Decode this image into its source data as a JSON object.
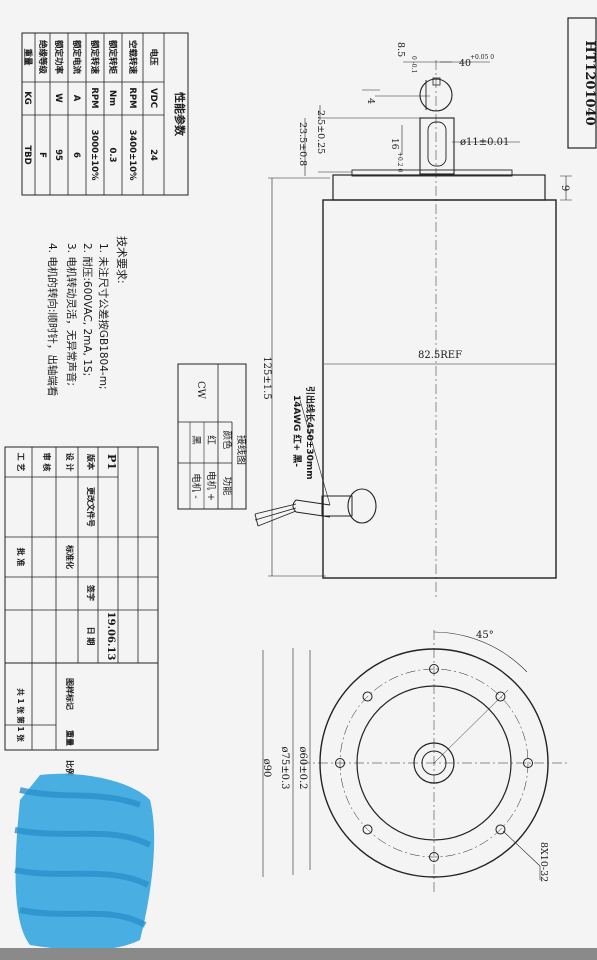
{
  "drawing": {
    "part_number": "HT1201040",
    "colors": {
      "paper": "#f4f4f4",
      "ink": "#1a1a1a",
      "scribble": "#3aa7e0",
      "bottom_bar": "#8a8a8a"
    }
  },
  "performance": {
    "title": "性能参数",
    "rows": [
      {
        "name": "电压",
        "unit": "VDC",
        "value": "24"
      },
      {
        "name": "空载转速",
        "unit": "RPM",
        "value": "3400±10%"
      },
      {
        "name": "额定转矩",
        "unit": "Nm",
        "value": "0.3"
      },
      {
        "name": "额定转速",
        "unit": "RPM",
        "value": "3000±10%"
      },
      {
        "name": "额定电流",
        "unit": "A",
        "value": "6"
      },
      {
        "name": "额定功率",
        "unit": "W",
        "value": "95"
      },
      {
        "name": "绝缘等级",
        "unit": "",
        "value": "F"
      },
      {
        "name": "重量",
        "unit": "KG",
        "value": "TBD"
      }
    ]
  },
  "tech": {
    "title": "技术要求:",
    "items": [
      "1. 未注尺寸公差按GB1804-m;",
      "2. 耐压:600VAC, 2mA, 1S;",
      "3. 电机转动灵活，无异常声音;",
      "4. 电机的转向:顺时针，出轴端看"
    ]
  },
  "wiring": {
    "title": "接线图",
    "headers": [
      "颜色",
      "功能"
    ],
    "rows": [
      {
        "color": "红",
        "func": "电机 +"
      },
      {
        "color": "黑",
        "func": "电机 -"
      }
    ],
    "direction": "CW"
  },
  "lead_note": {
    "line1": "引出线长450±30mm",
    "line2": "14AWG 红+ 黑-"
  },
  "dims": {
    "shaft_keyway": "8.5",
    "shaft_keyway_tol": "0\n-0.1",
    "key_angle": "40",
    "key_angle_tol": "+0.05\n0",
    "flat": "4",
    "d2": "2.5±0.25",
    "d3": "23.5±0.8",
    "key_len": "16",
    "key_len_tol": "+0.2\n0",
    "shaft_dia": "ø11±0.01",
    "flange": "9",
    "body": "82.5REF",
    "length": "125±1.5",
    "angle": "45°",
    "bolt": "8X10-32",
    "pcd1": "ø60±0.2",
    "pcd2": "ø75±0.3",
    "outer": "ø90"
  },
  "title_block": {
    "p1": "P1",
    "version": "版本",
    "change_doc": "更改文件号",
    "sign": "签字",
    "date_label": "日 期",
    "date": "19.06.13",
    "design": "设 计",
    "standard": "标准化",
    "review": "审 核",
    "process": "工 艺",
    "approve": "批 准",
    "stage_mark": "图样标记",
    "weight": "重量",
    "scale": "比例",
    "sheets": "共 1 张 第 1 张"
  }
}
